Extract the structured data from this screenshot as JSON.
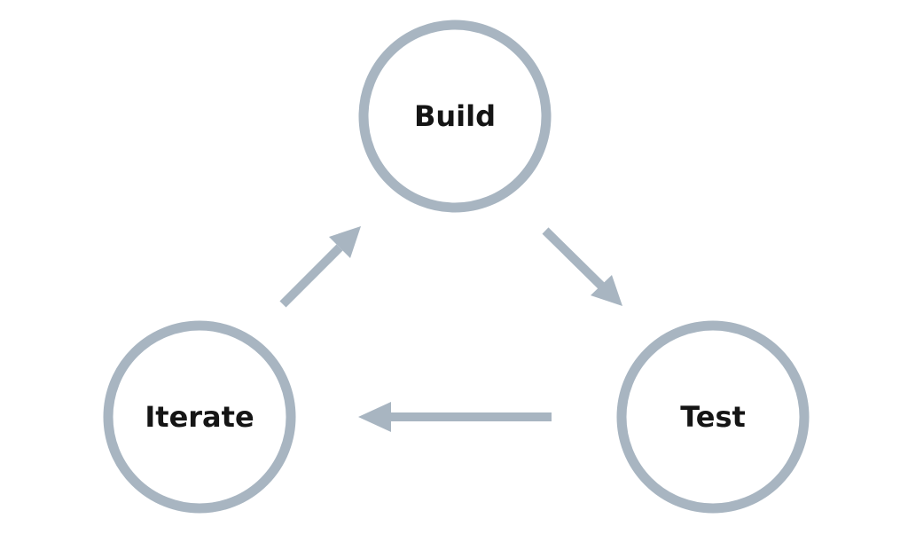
{
  "cycle": {
    "nodes": [
      {
        "id": "build",
        "label": "Build"
      },
      {
        "id": "test",
        "label": "Test"
      },
      {
        "id": "iterate",
        "label": "Iterate"
      }
    ],
    "edges": [
      {
        "from": "build",
        "to": "test"
      },
      {
        "from": "test",
        "to": "iterate"
      },
      {
        "from": "iterate",
        "to": "build"
      }
    ]
  },
  "colors": {
    "ring": "#a8b5c1",
    "arrow": "#a8b5c1",
    "label": "#151515",
    "background": "#ffffff"
  }
}
